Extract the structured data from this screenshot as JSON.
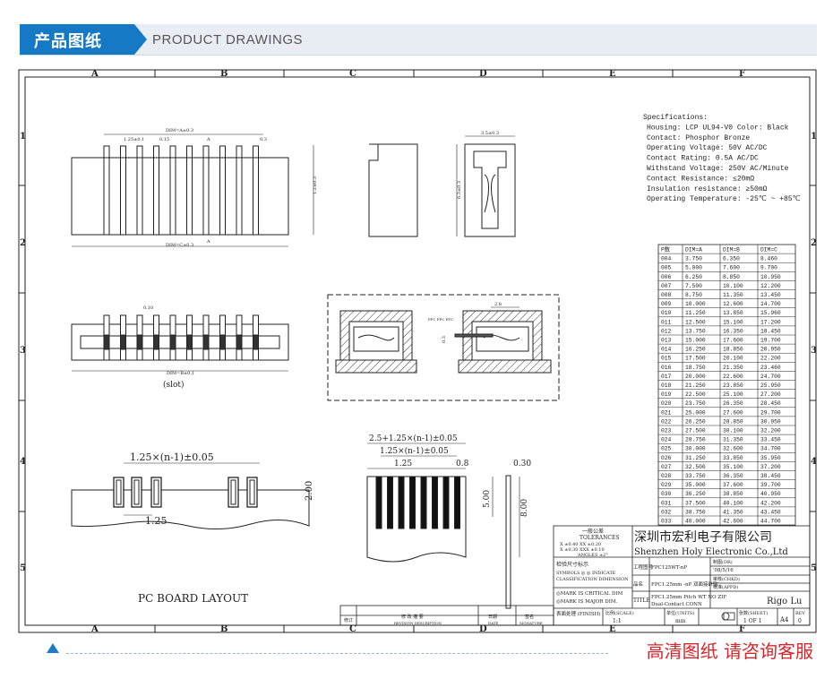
{
  "header": {
    "tag_label": "产品图纸",
    "subtitle": "PRODUCT DRAWINGS"
  },
  "drawing": {
    "col_labels": [
      "A",
      "B",
      "C",
      "D",
      "E",
      "F"
    ],
    "row_labels": [
      "1",
      "2",
      "3",
      "4",
      "5"
    ],
    "specifications": [
      "Specifications:",
      "Housing: LCP UL94-V0 Color: Black",
      "Contact: Phosphor Bronze",
      "Operating Voltage: 50V AC/DC",
      "Contact Rating: 0.5A AC/DC",
      "Withstand Voltage: 250V AC/Minute",
      "Contact Resistance: ≤20mΩ",
      "Insulation resistance: ≥50mΩ",
      "Operating Temperature: -25℃ ~ +85℃"
    ],
    "dim_table": {
      "headers": [
        "P数",
        "DIM=A",
        "DIM=B",
        "DIM=C"
      ],
      "rows": [
        [
          "004",
          "3.750",
          "6.350",
          "8.460"
        ],
        [
          "005",
          "5.000",
          "7.600",
          "9.700"
        ],
        [
          "006",
          "6.250",
          "8.850",
          "10.950"
        ],
        [
          "007",
          "7.500",
          "10.100",
          "12.200"
        ],
        [
          "008",
          "8.750",
          "11.350",
          "13.450"
        ],
        [
          "009",
          "10.000",
          "12.600",
          "14.700"
        ],
        [
          "010",
          "11.250",
          "13.850",
          "15.960"
        ],
        [
          "011",
          "12.500",
          "15.100",
          "17.200"
        ],
        [
          "012",
          "13.750",
          "16.350",
          "18.450"
        ],
        [
          "013",
          "15.000",
          "17.600",
          "19.700"
        ],
        [
          "014",
          "16.250",
          "18.850",
          "20.950"
        ],
        [
          "015",
          "17.500",
          "20.100",
          "22.200"
        ],
        [
          "016",
          "18.750",
          "21.350",
          "23.460"
        ],
        [
          "017",
          "20.000",
          "22.600",
          "24.700"
        ],
        [
          "018",
          "21.250",
          "23.850",
          "25.950"
        ],
        [
          "019",
          "22.500",
          "25.100",
          "27.200"
        ],
        [
          "020",
          "23.750",
          "26.350",
          "28.450"
        ],
        [
          "021",
          "25.000",
          "27.600",
          "29.700"
        ],
        [
          "022",
          "26.250",
          "28.850",
          "30.950"
        ],
        [
          "023",
          "27.500",
          "30.100",
          "32.200"
        ],
        [
          "024",
          "28.750",
          "31.350",
          "33.450"
        ],
        [
          "025",
          "30.000",
          "32.600",
          "34.700"
        ],
        [
          "026",
          "31.250",
          "33.850",
          "35.950"
        ],
        [
          "027",
          "32.500",
          "35.100",
          "37.200"
        ],
        [
          "028",
          "33.750",
          "36.350",
          "38.450"
        ],
        [
          "029",
          "35.000",
          "37.600",
          "39.700"
        ],
        [
          "030",
          "36.250",
          "38.850",
          "40.950"
        ],
        [
          "031",
          "37.500",
          "40.100",
          "42.200"
        ],
        [
          "032",
          "38.750",
          "41.350",
          "43.450"
        ],
        [
          "033",
          "40.000",
          "42.600",
          "44.700"
        ]
      ]
    },
    "views": {
      "dim_a": "DIM=A±0.3",
      "dim_c": "DIM=C±0.3",
      "dim_b": "DIM=B±0.1",
      "pitch": "1.25±0.1",
      "tol_015": "0.15",
      "tol_03": "0.3",
      "tol_010": "0.10",
      "height_12": "1.2±0.3",
      "width_35": "3.5±0.3",
      "height_63": "6.3±0.3",
      "section_a": "A",
      "slot": "(slot)",
      "fpc_dim": "2.8",
      "fpc_label": "FPC FPC ETC.",
      "fpc_thk": "0.3"
    },
    "pcb": {
      "pitch_formula": "1.25×(n-1)±0.05",
      "pitch": "1.25",
      "pad_h": "2.00",
      "title": "PC BOARD LAYOUT"
    },
    "fpc": {
      "overall": "2.5+1.25×(n-1)±0.05",
      "pitch_formula": "1.25×(n-1)±0.05",
      "pitch": "1.25",
      "finger_w": "0.8",
      "thk": "0.30",
      "len5": "5.00",
      "len8": "8.00"
    },
    "title_block": {
      "tolerance_title": "一般公差",
      "tolerance_en": "TOLERANCES",
      "tol_line1": "X ±0.40  XX ±0.20",
      "tol_line2": "X ±0.30  XXX ±0.10",
      "tol_line3": "ANGLES   ±2°",
      "inspect_cn": "检验尺寸标示",
      "inspect_en1": "SYMBOLS ◎ ◎ INDICATE",
      "inspect_en2": "CLASSIFICATION DIMENSION",
      "mark1": "◎MARK IS CRITICAL DIM",
      "mark2": "◎MARK IS MAJOR DIM.",
      "surface": "表面处理 (FINISH)",
      "company_cn": "深圳市宏利电子有限公司",
      "company_en": "Shenzhen Holy Electronic Co.,Ltd",
      "dwg_no_label": "工程图号",
      "dwg_no": "FPC125WT-nP",
      "drawn_label": "制图(DR)",
      "drawn_date": "'08/5/16",
      "check_label": "审核(CHKD)",
      "name_label": "品名",
      "name": "FPC1.25mm -nP 双面接卧贴",
      "approve_label": "核准(APPD)",
      "title_label": "TITLE",
      "title1": "FPC1.25mm Pitch WT NO ZIF",
      "title2": "Dual-Contact CONN",
      "approver": "Rigo Lu",
      "scale_label": "比例(SCALE)",
      "scale": "1:1",
      "unit_label": "单位(UNITS)",
      "unit": "mm",
      "sheet_label": "张数(SHEET)",
      "sheet": "1 OF 1",
      "size": "A4",
      "rev_label": "REV",
      "rev": "0",
      "rev_cn": "修订",
      "rev_desc_cn": "修 改 描 要",
      "rev_desc_en": "REVISION DESCRIPTION",
      "date_cn": "日期",
      "date_en": "DATE",
      "sign_cn": "签名",
      "sign_en": "SIGNATURE"
    }
  },
  "footer": {
    "text": "高清图纸 请咨询客服"
  }
}
